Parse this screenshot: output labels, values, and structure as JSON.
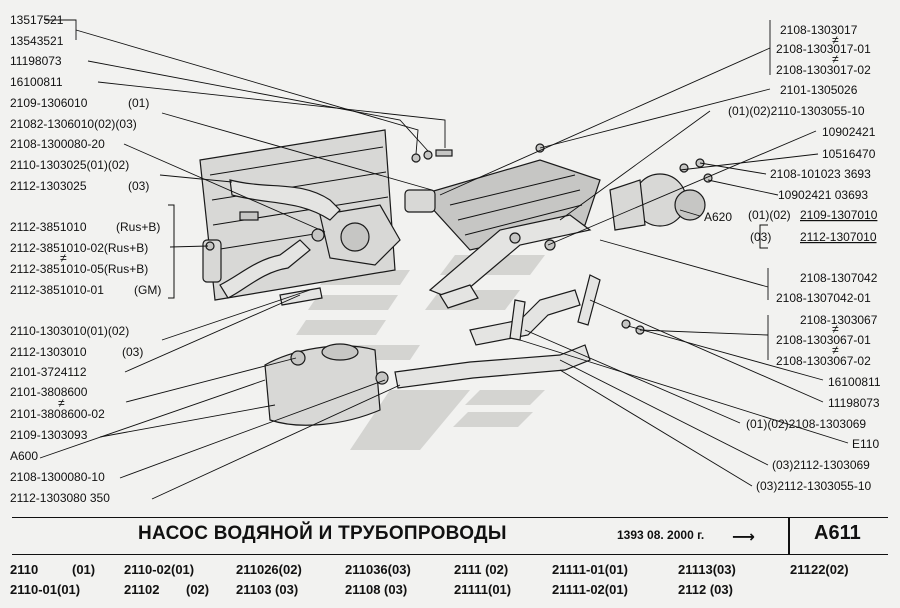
{
  "header": {
    "title": "НАСОС ВОДЯНОЙ И ТРУБОПРОВОДЫ",
    "meta": "1393  08. 2000 г.",
    "arrow": "⟶",
    "code": "A611"
  },
  "labels_left": [
    "13517521",
    "13543521",
    "11198073",
    "16100811",
    "2109-1306010",
    "(01)",
    "21082-1306010(02)(03)",
    "2108-1300080-20",
    "2110-1303025(01)(02)",
    "2112-1303025",
    "(03)",
    "2112-3851010",
    "(Rus+B)",
    "2112-3851010-02(Rus+B)",
    "2112-3851010-05(Rus+B)",
    "2112-3851010-01",
    "(GM)",
    "2110-1303010(01)(02)",
    "2112-1303010",
    "(03)",
    "2101-3724112",
    "2101-3808600",
    "2101-3808600-02",
    "2109-1303093",
    "A600",
    "2108-1300080-10",
    "2112-1303080 350"
  ],
  "labels_right": [
    "2108-1303017",
    "2108-1303017-01",
    "2108-1303017-02",
    "2101-1305026",
    "(01)(02)2110-1303055-10",
    "10902421",
    "10516470",
    "2108-101023  3693",
    "10902421  03693",
    "A620",
    "(01)(02)",
    "2109-1307010",
    "(03)",
    "2112-1307010",
    "2108-1307042",
    "2108-1307042-01",
    "2108-1303067",
    "2108-1303067-01",
    "2108-1303067-02",
    "16100811",
    "11198073",
    "(01)(02)2108-1303069",
    "E110",
    "(03)2112-1303069",
    "(03)2112-1303055-10"
  ],
  "alt_mark": "≠",
  "models": [
    "2110",
    "(01)",
    "2110-02(01)",
    "211026(02)",
    "211036(03)",
    "2111  (02)",
    "21111-01(01)",
    "21113(03)",
    "21122(02)",
    "2110-01(01)",
    "21102",
    "(02)",
    "21103  (03)",
    "21108  (03)",
    "21111(01)",
    "21111-02(01)",
    "2112  (03)"
  ]
}
